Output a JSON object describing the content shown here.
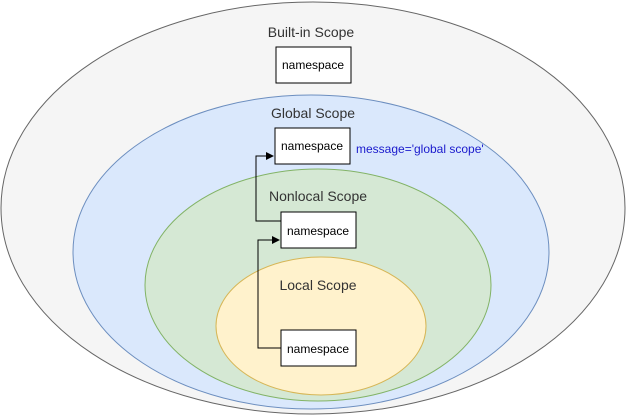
{
  "scopes": {
    "builtin": {
      "label": "Built-in Scope",
      "namespace": "namespace"
    },
    "global": {
      "label": "Global Scope",
      "namespace": "namespace",
      "variable": "message='global scope'"
    },
    "nonlocal": {
      "label": "Nonlocal Scope",
      "namespace": "namespace"
    },
    "local": {
      "label": "Local Scope",
      "namespace": "namespace"
    }
  },
  "colors": {
    "builtin_fill": "#f5f5f5",
    "builtin_stroke": "#666666",
    "global_fill": "#dae8fc",
    "global_stroke": "#6c8ebf",
    "nonlocal_fill": "#d5e8d4",
    "nonlocal_stroke": "#82b366",
    "local_fill": "#fff2cc",
    "local_stroke": "#d6b656",
    "variable_text": "#1a1acd"
  }
}
